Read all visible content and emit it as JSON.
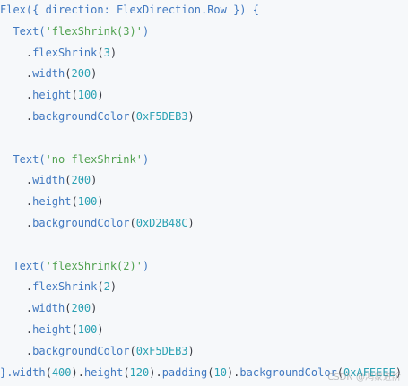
{
  "code": {
    "lines": [
      [
        {
          "t": "Flex({ direction: FlexDirection.Row }) {",
          "c": "tok-fn"
        }
      ],
      [
        {
          "t": "  Text(",
          "c": "tok-fn"
        },
        {
          "t": "'flexShrink(3)'",
          "c": "tok-str"
        },
        {
          "t": ")",
          "c": "tok-fn"
        }
      ],
      [
        {
          "t": "    .",
          "c": "tok-dot"
        },
        {
          "t": "flexShrink",
          "c": "tok-prop"
        },
        {
          "t": "(",
          "c": "tok-punc"
        },
        {
          "t": "3",
          "c": "tok-num"
        },
        {
          "t": ")",
          "c": "tok-punc"
        }
      ],
      [
        {
          "t": "    .",
          "c": "tok-dot"
        },
        {
          "t": "width",
          "c": "tok-prop"
        },
        {
          "t": "(",
          "c": "tok-punc"
        },
        {
          "t": "200",
          "c": "tok-num"
        },
        {
          "t": ")",
          "c": "tok-punc"
        }
      ],
      [
        {
          "t": "    .",
          "c": "tok-dot"
        },
        {
          "t": "height",
          "c": "tok-prop"
        },
        {
          "t": "(",
          "c": "tok-punc"
        },
        {
          "t": "100",
          "c": "tok-num"
        },
        {
          "t": ")",
          "c": "tok-punc"
        }
      ],
      [
        {
          "t": "    .",
          "c": "tok-dot"
        },
        {
          "t": "backgroundColor",
          "c": "tok-prop"
        },
        {
          "t": "(",
          "c": "tok-punc"
        },
        {
          "t": "0xF5DEB3",
          "c": "tok-num"
        },
        {
          "t": ")",
          "c": "tok-punc"
        }
      ],
      [],
      [
        {
          "t": "  Text(",
          "c": "tok-fn"
        },
        {
          "t": "'no flexShrink'",
          "c": "tok-str"
        },
        {
          "t": ")",
          "c": "tok-fn"
        }
      ],
      [
        {
          "t": "    .",
          "c": "tok-dot"
        },
        {
          "t": "width",
          "c": "tok-prop"
        },
        {
          "t": "(",
          "c": "tok-punc"
        },
        {
          "t": "200",
          "c": "tok-num"
        },
        {
          "t": ")",
          "c": "tok-punc"
        }
      ],
      [
        {
          "t": "    .",
          "c": "tok-dot"
        },
        {
          "t": "height",
          "c": "tok-prop"
        },
        {
          "t": "(",
          "c": "tok-punc"
        },
        {
          "t": "100",
          "c": "tok-num"
        },
        {
          "t": ")",
          "c": "tok-punc"
        }
      ],
      [
        {
          "t": "    .",
          "c": "tok-dot"
        },
        {
          "t": "backgroundColor",
          "c": "tok-prop"
        },
        {
          "t": "(",
          "c": "tok-punc"
        },
        {
          "t": "0xD2B48C",
          "c": "tok-num"
        },
        {
          "t": ")",
          "c": "tok-punc"
        }
      ],
      [],
      [
        {
          "t": "  Text(",
          "c": "tok-fn"
        },
        {
          "t": "'flexShrink(2)'",
          "c": "tok-str"
        },
        {
          "t": ")",
          "c": "tok-fn"
        }
      ],
      [
        {
          "t": "    .",
          "c": "tok-dot"
        },
        {
          "t": "flexShrink",
          "c": "tok-prop"
        },
        {
          "t": "(",
          "c": "tok-punc"
        },
        {
          "t": "2",
          "c": "tok-num"
        },
        {
          "t": ")",
          "c": "tok-punc"
        }
      ],
      [
        {
          "t": "    .",
          "c": "tok-dot"
        },
        {
          "t": "width",
          "c": "tok-prop"
        },
        {
          "t": "(",
          "c": "tok-punc"
        },
        {
          "t": "200",
          "c": "tok-num"
        },
        {
          "t": ")",
          "c": "tok-punc"
        }
      ],
      [
        {
          "t": "    .",
          "c": "tok-dot"
        },
        {
          "t": "height",
          "c": "tok-prop"
        },
        {
          "t": "(",
          "c": "tok-punc"
        },
        {
          "t": "100",
          "c": "tok-num"
        },
        {
          "t": ")",
          "c": "tok-punc"
        }
      ],
      [
        {
          "t": "    .",
          "c": "tok-dot"
        },
        {
          "t": "backgroundColor",
          "c": "tok-prop"
        },
        {
          "t": "(",
          "c": "tok-punc"
        },
        {
          "t": "0xF5DEB3",
          "c": "tok-num"
        },
        {
          "t": ")",
          "c": "tok-punc"
        }
      ],
      [
        {
          "t": "}.",
          "c": "tok-fn"
        },
        {
          "t": "width",
          "c": "tok-prop"
        },
        {
          "t": "(",
          "c": "tok-punc"
        },
        {
          "t": "400",
          "c": "tok-num"
        },
        {
          "t": ").",
          "c": "tok-punc"
        },
        {
          "t": "height",
          "c": "tok-prop"
        },
        {
          "t": "(",
          "c": "tok-punc"
        },
        {
          "t": "120",
          "c": "tok-num"
        },
        {
          "t": ").",
          "c": "tok-punc"
        },
        {
          "t": "padding",
          "c": "tok-prop"
        },
        {
          "t": "(",
          "c": "tok-punc"
        },
        {
          "t": "10",
          "c": "tok-num"
        },
        {
          "t": ").",
          "c": "tok-punc"
        },
        {
          "t": "backgroundColor",
          "c": "tok-prop"
        },
        {
          "t": "(",
          "c": "tok-punc"
        },
        {
          "t": "0xAFEEEE",
          "c": "tok-num"
        },
        {
          "t": ")",
          "c": "tok-punc"
        }
      ]
    ]
  },
  "watermark": "CSDN @鸿蒙进阶",
  "colors": {
    "background": "#f6f8fa",
    "keyword": "#4078c0",
    "string": "#50a14f",
    "number": "#2aa1b3",
    "punctuation": "#383a42"
  }
}
